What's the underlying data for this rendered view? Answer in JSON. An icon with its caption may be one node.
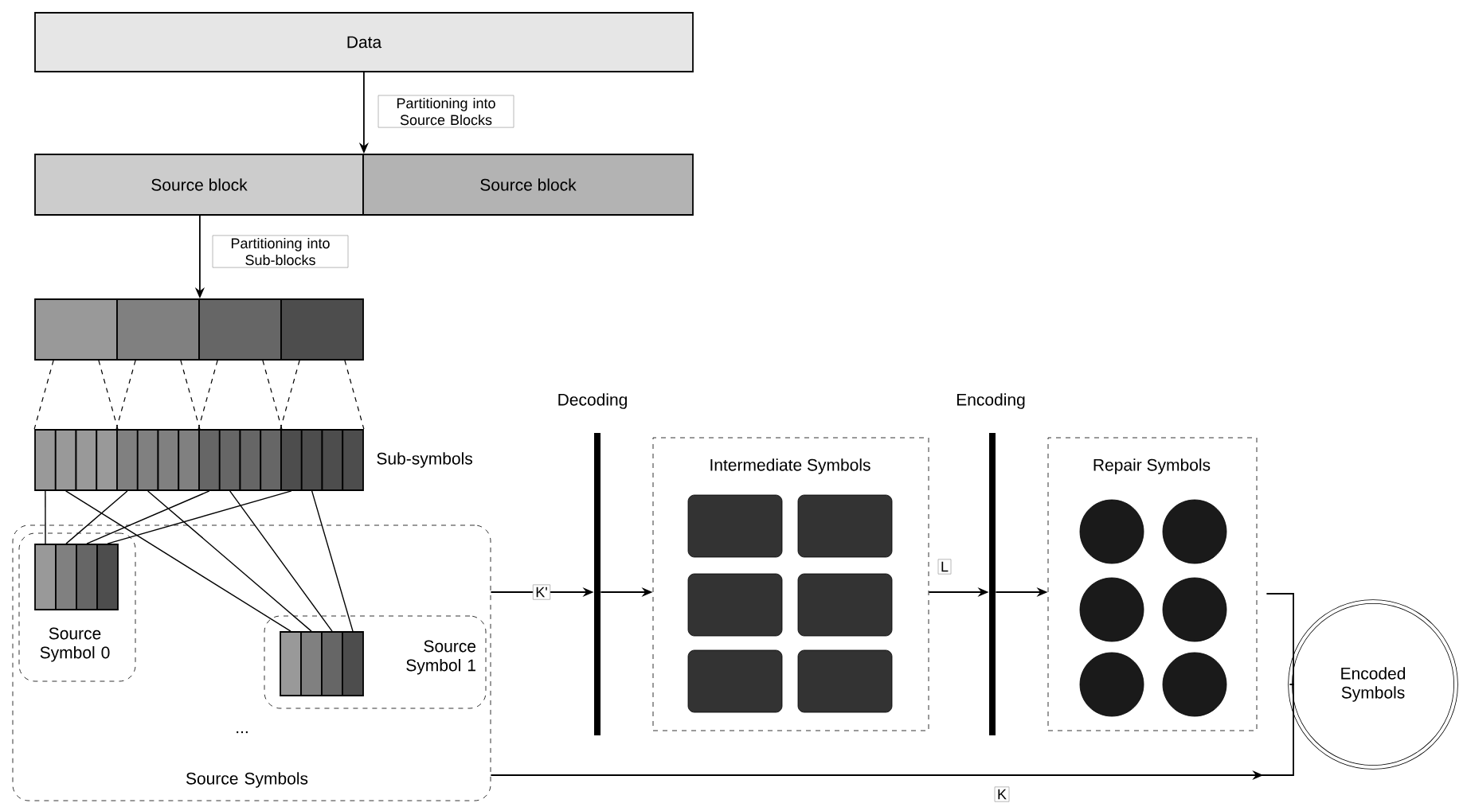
{
  "diagram": {
    "nodes": [
      {
        "text": [
          "Data"
        ]
      },
      {
        "text": [
          "Source block"
        ]
      },
      {
        "text": [
          "Source block"
        ]
      },
      {
        "text": [],
        "shape": "box"
      },
      {
        "text": [],
        "shape": "box"
      },
      {
        "text": [],
        "shape": "box"
      },
      {
        "text": [],
        "shape": "box"
      },
      {
        "text": [],
        "shape": "box"
      },
      {
        "text": [],
        "shape": "box"
      },
      {
        "text": [],
        "shape": "box"
      },
      {
        "text": [],
        "shape": "box"
      },
      {
        "text": [],
        "shape": "box"
      },
      {
        "text": [],
        "shape": "box"
      },
      {
        "text": [],
        "shape": "box"
      },
      {
        "text": [],
        "shape": "box"
      },
      {
        "text": [],
        "shape": "box"
      },
      {
        "text": [],
        "shape": "box"
      },
      {
        "text": [],
        "shape": "box"
      },
      {
        "text": [],
        "shape": "box"
      },
      {
        "text": [],
        "shape": "box"
      },
      {
        "text": [],
        "shape": "box"
      },
      {
        "text": [],
        "shape": "box"
      },
      {
        "text": [],
        "shape": "box"
      },
      {
        "text": [
          "Source Symbols"
        ]
      },
      {
        "text": [
          "Source Symbol 0"
        ],
        "in": 23
      },
      {
        "text": [],
        "shape": "box",
        "in": 24
      },
      {
        "text": [],
        "shape": "box",
        "in": 24
      },
      {
        "text": [],
        "shape": "box",
        "in": 24
      },
      {
        "text": [],
        "shape": "box",
        "in": 24
      },
      {
        "text": [
          "Source Symbol 1"
        ],
        "in": 23
      },
      {
        "text": [],
        "shape": "box",
        "in": 29
      },
      {
        "text": [],
        "shape": "box",
        "in": 29
      },
      {
        "text": [],
        "shape": "box",
        "in": 29
      },
      {
        "text": [],
        "shape": "box",
        "in": 29
      },
      {
        "text": [
          "Decoding"
        ]
      },
      {
        "text": [
          "Intermediate Symbols"
        ]
      },
      {
        "text": [],
        "shape": "box",
        "in": 35
      },
      {
        "text": [],
        "shape": "box",
        "in": 35
      },
      {
        "text": [],
        "shape": "box",
        "in": 35
      },
      {
        "text": [],
        "shape": "box",
        "in": 35
      },
      {
        "text": [],
        "shape": "box",
        "in": 35
      },
      {
        "text": [],
        "shape": "box",
        "in": 35
      },
      {
        "text": [
          "Encoding"
        ]
      },
      {
        "text": [
          "Repair Symbols"
        ]
      },
      {
        "text": [],
        "shape": "circle",
        "in": 43
      },
      {
        "text": [],
        "shape": "circle",
        "in": 43
      },
      {
        "text": [],
        "shape": "circle",
        "in": 43
      },
      {
        "text": [],
        "shape": "circle",
        "in": 43
      },
      {
        "text": [],
        "shape": "circle",
        "in": 43
      },
      {
        "text": [],
        "shape": "circle",
        "in": 43
      },
      {
        "text": [
          "Encoded Symbols"
        ]
      }
    ],
    "edges": [
      {
        "from": 0,
        "to": 1,
        "arrow": "to",
        "label": "Partitioning into Source Blocks"
      },
      {
        "from": 1,
        "to": 4,
        "arrow": "to",
        "label": "Partitioning into Sub-blocks"
      },
      {
        "from": 7,
        "to": 25,
        "arrow": "none"
      },
      {
        "from": 11,
        "to": 26,
        "arrow": "none"
      },
      {
        "from": 15,
        "to": 27,
        "arrow": "none"
      },
      {
        "from": 19,
        "to": 28,
        "arrow": "none"
      },
      {
        "from": 8,
        "to": 30,
        "arrow": "none"
      },
      {
        "from": 12,
        "to": 31,
        "arrow": "none"
      },
      {
        "from": 16,
        "to": 32,
        "arrow": "none"
      },
      {
        "from": 20,
        "to": 33,
        "arrow": "none"
      },
      {
        "from": 23,
        "to": 34,
        "arrow": "to",
        "label": "K'"
      },
      {
        "from": 34,
        "to": 35,
        "arrow": "to"
      },
      {
        "from": 35,
        "to": 42,
        "arrow": "to",
        "label": "L"
      },
      {
        "from": 42,
        "to": 43,
        "arrow": "to"
      },
      {
        "from": 43,
        "to": 50,
        "arrow": "none"
      },
      {
        "from": 23,
        "to": 50,
        "arrow": "to",
        "label": "K"
      },
      {
        "from": 3,
        "to": 7,
        "arrow": "none",
        "style": "dashed"
      },
      {
        "from": 3,
        "to": 10,
        "arrow": "none",
        "style": "dashed"
      },
      {
        "from": 4,
        "to": 11,
        "arrow": "none",
        "style": "dashed"
      },
      {
        "from": 4,
        "to": 14,
        "arrow": "none",
        "style": "dashed"
      },
      {
        "from": 5,
        "to": 15,
        "arrow": "none",
        "style": "dashed"
      },
      {
        "from": 5,
        "to": 18,
        "arrow": "none",
        "style": "dashed"
      },
      {
        "from": 6,
        "to": 19,
        "arrow": "none",
        "style": "dashed"
      },
      {
        "from": 6,
        "to": 22,
        "arrow": "none",
        "style": "dashed"
      }
    ],
    "labels": [
      "Sub-symbols",
      "..."
    ]
  }
}
